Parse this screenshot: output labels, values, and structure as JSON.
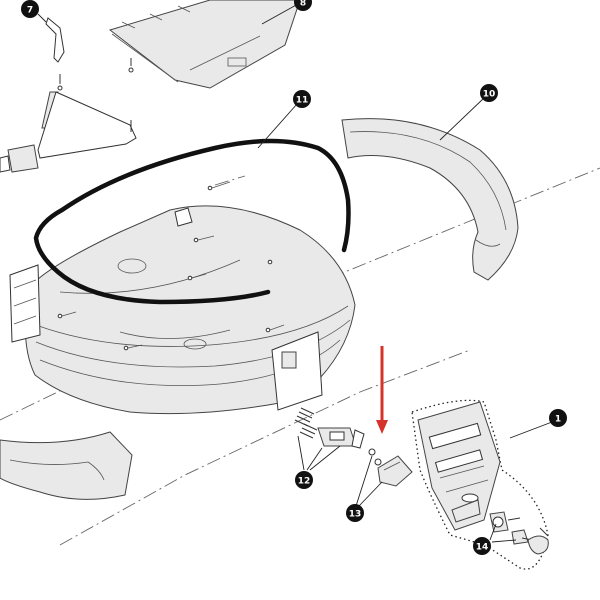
{
  "callouts": [
    {
      "number": "7",
      "part": "strap"
    },
    {
      "number": "8",
      "part": "lid-panel"
    },
    {
      "number": "11",
      "part": "seal-gasket"
    },
    {
      "number": "10",
      "part": "rear-cover"
    },
    {
      "number": "1",
      "part": "lock-assembly"
    },
    {
      "number": "12",
      "part": "latch-springs"
    },
    {
      "number": "13",
      "part": "latch-catch"
    },
    {
      "number": "14",
      "part": "lock-cylinder-keys"
    }
  ],
  "colors": {
    "line": "#222222",
    "arrow": "#d6332a",
    "callout_fill": "#111111",
    "background": "#ffffff"
  }
}
